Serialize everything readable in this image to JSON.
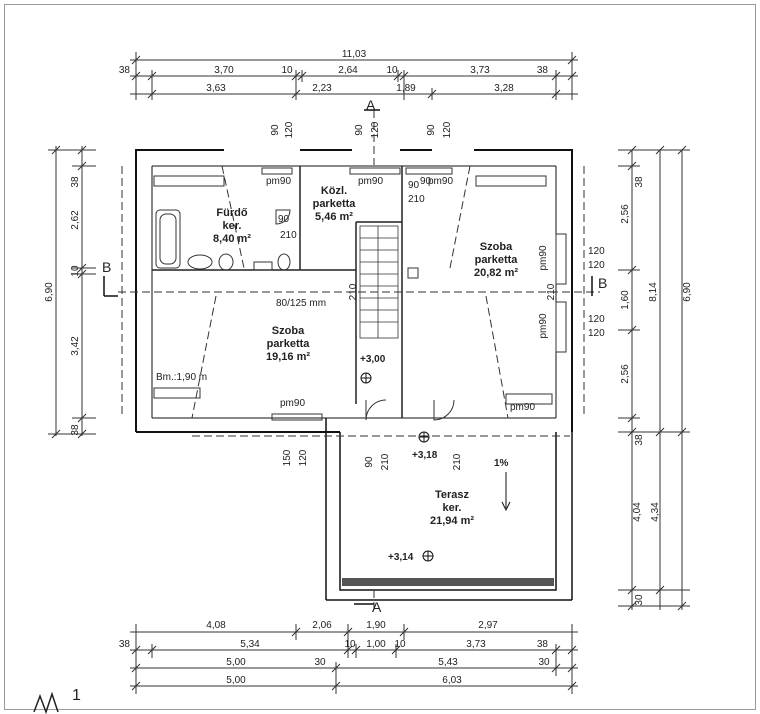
{
  "dims_top": {
    "overall": "11,03",
    "row1": [
      "38",
      "3,70",
      "10",
      "2,64",
      "10",
      "3,73",
      "38"
    ],
    "row2": [
      "3,63",
      "2,23",
      "1,89",
      "3,28"
    ]
  },
  "dims_left": [
    "38",
    "2,62",
    "10",
    "3,42",
    "38",
    "6,90"
  ],
  "dims_right_inner": [
    "38",
    "2,56",
    "1,60",
    "2,56",
    "38"
  ],
  "dims_right_mid": [
    "8,14",
    "4,04"
  ],
  "dims_right_outer": [
    "6,90",
    "4,34"
  ],
  "dims_right_extra": [
    "30"
  ],
  "dims_bottom": {
    "row1": [
      "4,08",
      "2,06",
      "1,90",
      "2,97"
    ],
    "row2": [
      "38",
      "5,34",
      "10",
      "1,00",
      "10",
      "3,73",
      "38"
    ],
    "row3": [
      "5,00",
      "30",
      "5,43",
      "30"
    ],
    "row4": [
      "5,00",
      "6,03"
    ]
  },
  "openings": {
    "top": [
      "90",
      "120",
      "90",
      "120",
      "90",
      "120"
    ],
    "bottom": [
      "150",
      "120",
      "90",
      "210",
      "210"
    ],
    "right": [
      "120",
      "120",
      "120",
      "120"
    ],
    "inner_doors": [
      "90",
      "210",
      "90",
      "210",
      "210",
      "210"
    ],
    "pm": [
      "pm90",
      "pm90",
      "90",
      "pm90",
      "pm90",
      "pm90",
      "pm90",
      "pm90"
    ]
  },
  "rooms": [
    {
      "name": "Fürdő",
      "floor": "ker.",
      "area": "8,40 m²"
    },
    {
      "name": "Közl.",
      "floor": "parketta",
      "area": "5,46 m²"
    },
    {
      "name": "Szoba",
      "floor": "parketta",
      "area": "20,82 m²"
    },
    {
      "name": "Szoba",
      "floor": "parketta",
      "area": "19,16 m²"
    },
    {
      "name": "Terasz",
      "floor": "ker.",
      "area": "21,94 m²"
    }
  ],
  "notes": {
    "chimney": "80/125 mm",
    "parapet": "Bm.:1,90 m",
    "slope": "1%",
    "level_stair": "+3,00",
    "level_terrace_door": "+3,18",
    "level_terrace": "+3,14"
  },
  "section_marks": {
    "a_top": "A",
    "a_bottom": "A",
    "b_left": "B",
    "b_right": "B"
  },
  "signature": "1"
}
